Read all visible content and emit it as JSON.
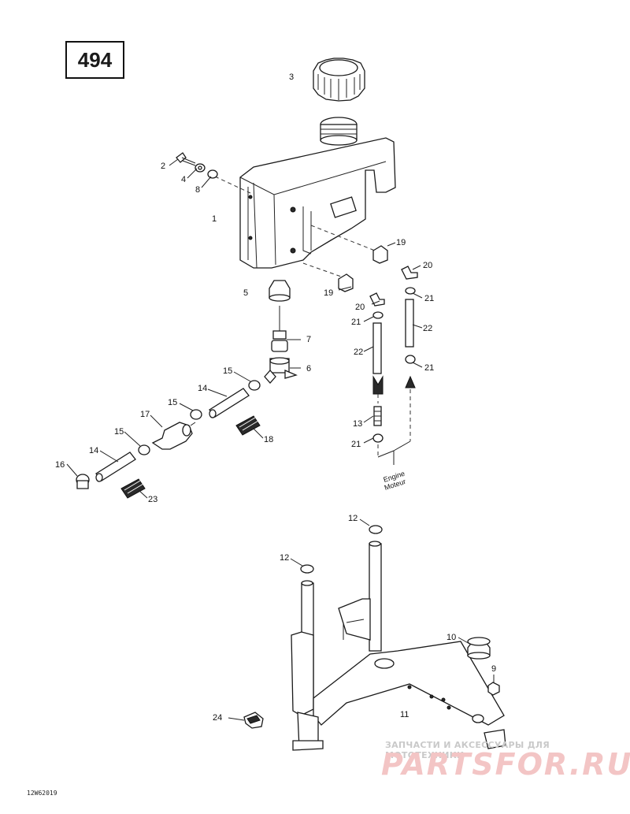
{
  "page_number": "494",
  "reference_code": "12W62019",
  "watermark": {
    "top_line": "ЗАПЧАСТИ И АКСЕССУАРЫ ДЛЯ МОТОТЕХНИКИ",
    "bottom_line": "PARTSFOR.RU"
  },
  "engine_label": [
    "Engine",
    "Moteur"
  ],
  "callouts": [
    "1",
    "2",
    "3",
    "4",
    "5",
    "6",
    "7",
    "8",
    "9",
    "10",
    "11",
    "12",
    "12",
    "13",
    "14",
    "14",
    "15",
    "15",
    "15",
    "16",
    "17",
    "18",
    "19",
    "19",
    "20",
    "20",
    "21",
    "21",
    "21",
    "21",
    "22",
    "22",
    "23",
    "24"
  ],
  "colors": {
    "line": "#1a1a1a",
    "watermark_red": "#f3c5c5",
    "watermark_gray": "#c9c9c9"
  }
}
